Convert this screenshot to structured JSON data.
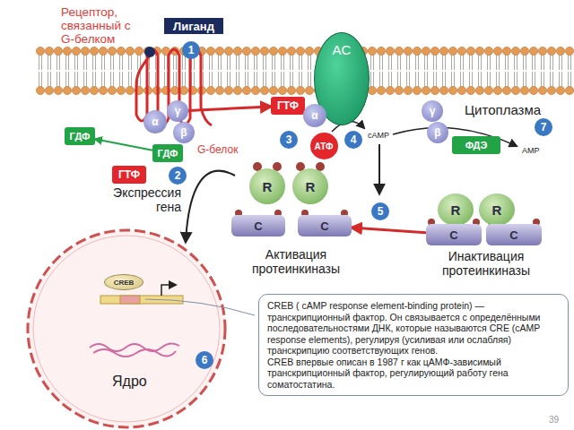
{
  "diagram": {
    "nodes": [
      {
        "text": [
          "Лиганд"
        ]
      },
      {
        "text": [
          "AC"
        ]
      },
      {
        "text": [
          "ГДФ"
        ]
      },
      {
        "text": [
          "α"
        ]
      },
      {
        "text": [
          "γ"
        ]
      },
      {
        "text": [
          "β"
        ]
      },
      {
        "text": [
          "ГДФ"
        ]
      },
      {
        "text": [
          "ГТФ"
        ]
      },
      {
        "text": [
          "ГТФ"
        ]
      },
      {
        "text": [
          "α"
        ]
      },
      {
        "text": [
          "АТФ"
        ]
      },
      {
        "text": [
          "γ"
        ]
      },
      {
        "text": [
          "β"
        ]
      },
      {
        "text": [
          "ФДЭ"
        ]
      },
      {
        "text": [
          "R"
        ]
      },
      {
        "text": [
          "R"
        ]
      },
      {
        "text": [
          "C"
        ]
      },
      {
        "text": [
          "C"
        ]
      },
      {
        "text": [
          "R"
        ]
      },
      {
        "text": [
          "R"
        ]
      },
      {
        "text": [
          "C"
        ]
      },
      {
        "text": [
          "C"
        ]
      },
      {
        "text": [
          "Ядро"
        ]
      },
      {
        "text": [
          "CREB"
        ],
        "in": 22
      },
      {
        "text": [
          "CREB ( cAMP response element-binding protein) — транскрипционный фактор. Он связывается с определёнными последовательностями ДНК, которые называются CRE (cAMP response elements), регулируя (усиливая или ослабляя) транскрипцию соответствующих генов.",
          "CREB впервые описан в 1987 г как цАМФ-зависимый транскрипционный фактор, регулирующий работу гена соматостатина."
        ]
      }
    ],
    "edges": [
      {
        "from": 6,
        "to": 2,
        "arrow": "to"
      },
      {
        "from": 4,
        "to": 8,
        "arrow": "to"
      },
      {
        "from": 20,
        "to": 17,
        "arrow": "to"
      }
    ],
    "labels": [
      "Рецептор, связанный с G-белком",
      "1",
      "G-белок",
      "2",
      "Экспрессия гена",
      "3",
      "4",
      "cAMP",
      "Цитоплазма",
      "7",
      "AMP",
      "5",
      "Активация протеинкиназы",
      "Инактивация протеинкиназы",
      "6",
      "39"
    ]
  }
}
